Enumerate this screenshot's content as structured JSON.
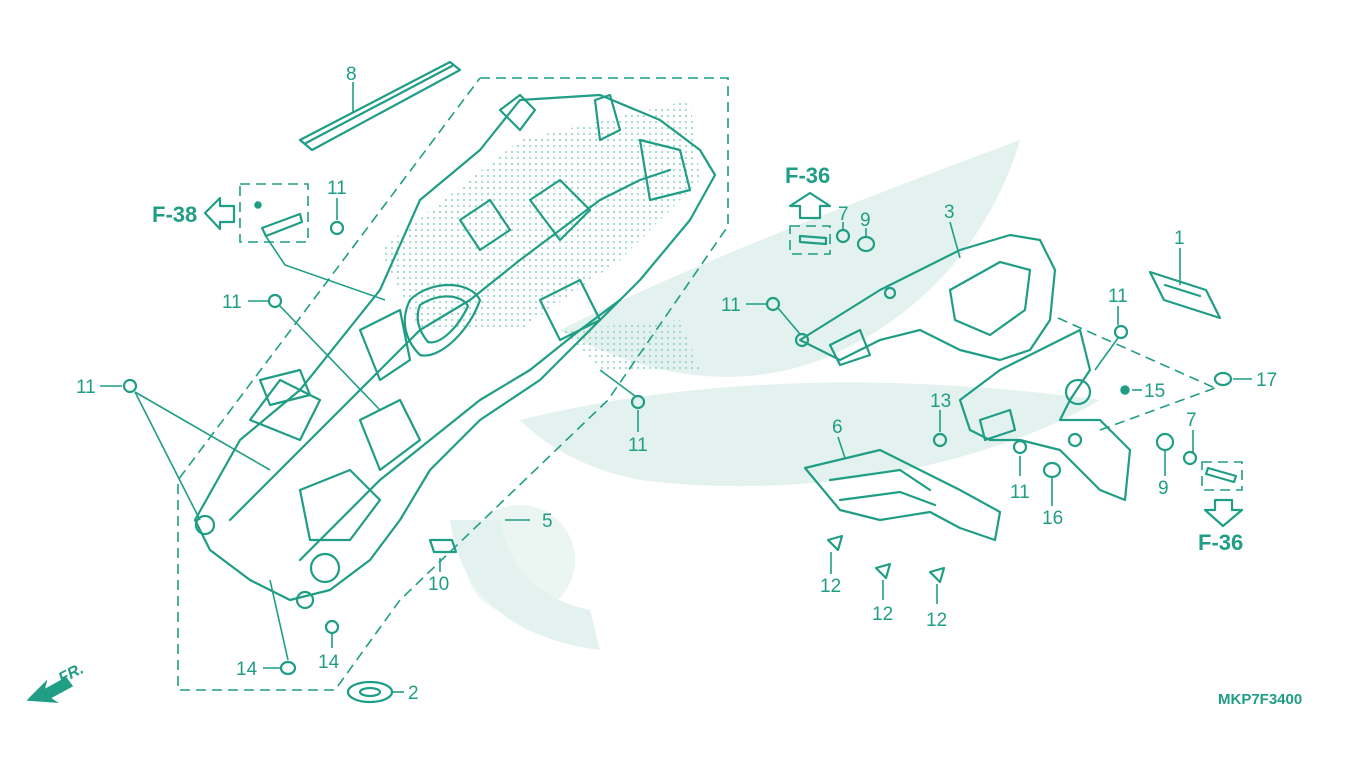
{
  "diagram": {
    "code": "MKP7F3400",
    "front_label": "FR.",
    "references": [
      {
        "id": "ref-f38",
        "label": "F-38"
      },
      {
        "id": "ref-f36-top",
        "label": "F-36"
      },
      {
        "id": "ref-f36-bottom",
        "label": "F-36"
      }
    ],
    "callouts": [
      {
        "id": "c-8",
        "label": "8"
      },
      {
        "id": "c-11-a",
        "label": "11"
      },
      {
        "id": "c-11-b",
        "label": "11"
      },
      {
        "id": "c-11-c",
        "label": "11"
      },
      {
        "id": "c-11-d",
        "label": "11"
      },
      {
        "id": "c-5",
        "label": "5"
      },
      {
        "id": "c-10",
        "label": "10"
      },
      {
        "id": "c-14-a",
        "label": "14"
      },
      {
        "id": "c-14-b",
        "label": "14"
      },
      {
        "id": "c-2",
        "label": "2"
      },
      {
        "id": "c-7-a",
        "label": "7"
      },
      {
        "id": "c-9-a",
        "label": "9"
      },
      {
        "id": "c-3",
        "label": "3"
      },
      {
        "id": "c-1",
        "label": "1"
      },
      {
        "id": "c-11-e",
        "label": "11"
      },
      {
        "id": "c-11-f",
        "label": "11"
      },
      {
        "id": "c-17",
        "label": "17"
      },
      {
        "id": "c-15",
        "label": "15"
      },
      {
        "id": "c-13",
        "label": "13"
      },
      {
        "id": "c-6",
        "label": "6"
      },
      {
        "id": "c-11-g",
        "label": "11"
      },
      {
        "id": "c-16",
        "label": "16"
      },
      {
        "id": "c-9-b",
        "label": "9"
      },
      {
        "id": "c-7-b",
        "label": "7"
      },
      {
        "id": "c-12-a",
        "label": "12"
      },
      {
        "id": "c-12-b",
        "label": "12"
      },
      {
        "id": "c-12-c",
        "label": "12"
      }
    ]
  },
  "colors": {
    "line": "#1f9e85",
    "watermark": "#e3f2ee"
  }
}
